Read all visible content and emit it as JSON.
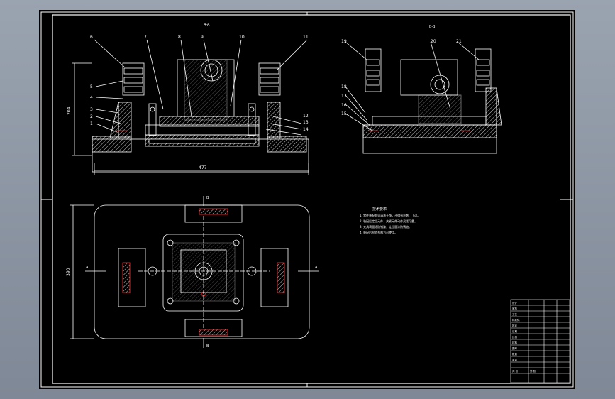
{
  "views": {
    "front_section": {
      "title": "A-A"
    },
    "side_section": {
      "title": "B-B"
    }
  },
  "dimensions": {
    "front_height": "204",
    "front_width": "477",
    "plan_height": "390"
  },
  "section_marks": {
    "a": "A",
    "b": "B"
  },
  "balloons_left": [
    "1",
    "2",
    "3",
    "4",
    "5"
  ],
  "balloons_top": [
    "6",
    "7",
    "8",
    "9",
    "10",
    "11"
  ],
  "balloons_right": [
    "12",
    "13",
    "14"
  ],
  "balloons_side_left": [
    "15",
    "16",
    "17",
    "18",
    "19"
  ],
  "balloons_side_top": [
    "20",
    "21"
  ],
  "notes": {
    "title": "技术要求",
    "lines": [
      "1. 零件装配前须清洗干净，不得有毛刺、飞边。",
      "2. 装配后定位元件、夹紧元件动作灵活可靠。",
      "3. 夹具表面涂防锈漆，定位面涂防锈油。",
      "4. 装配后检验合格方可使用。"
    ]
  },
  "title_block": {
    "cells": [
      "设计",
      "审核",
      "工艺",
      "标准化",
      "批准",
      "日期",
      "比例",
      "材料",
      "图号",
      "数量",
      "重量",
      "共 张",
      "第 张"
    ]
  },
  "colors": {
    "lines": "#ffffff",
    "hatch": "#ffffff",
    "accent": "#ff3333",
    "sheet": "#000000"
  }
}
